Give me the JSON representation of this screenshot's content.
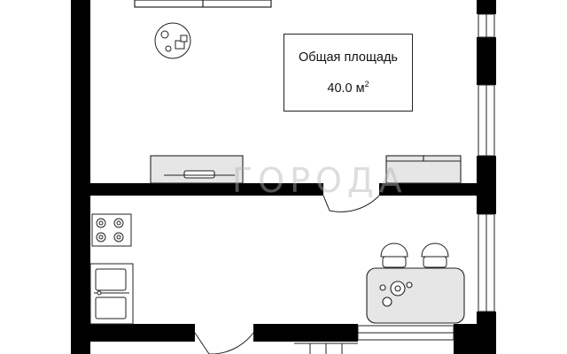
{
  "area_label": {
    "title": "Общая площадь",
    "value": "40.0",
    "unit": "м",
    "unit_power": "2"
  },
  "watermark": {
    "text": "ГОРОДА"
  },
  "colors": {
    "wall": "#000000",
    "line": "#222222",
    "fill": "#ffffff",
    "furniture_grey": "#e6e6e6",
    "watermark": "#bbbbbb"
  },
  "icons": [
    "sofa-icon",
    "plant-icon",
    "tv-stand-icon",
    "cabinet-icon",
    "stove-icon",
    "sink-icon",
    "dining-table-icon",
    "chair-icon",
    "door-icon",
    "window-icon"
  ]
}
